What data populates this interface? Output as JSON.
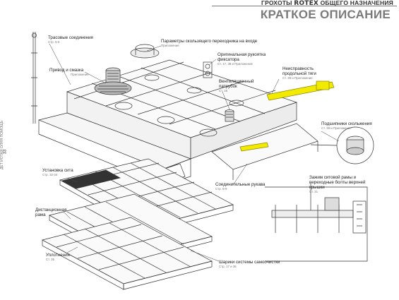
{
  "header": {
    "line_pre": "ГРОХОТЫ",
    "brand": "ROTEX",
    "line_post": "ОБЩЕГО НАЗНАЧЕНИЯ",
    "title": "КРАТКОЕ ОПИСАНИЕ"
  },
  "page_number": "33",
  "side_text": "ДЕТ ЙОТАЯ ОЛЯЯ ПОМОЩЬ",
  "colors": {
    "highlight": "#f2ea00",
    "line": "#333333",
    "title_gray": "#7a7a7a"
  },
  "labels": {
    "trace": {
      "title": "Трасовые соединения",
      "ref": "Стр. 5-6"
    },
    "drive": {
      "title": "Привод и смазка",
      "ref": "Приложение"
    },
    "params": {
      "title": "Параметры скользящего переходника на входе",
      "ref": "Приложение"
    },
    "handle": {
      "title1": "Оригинальная рукоятка",
      "title2": "фиксатора",
      "ref": "Ст. 17, 38 и Приложение"
    },
    "vent": {
      "title1": "Вентиляционный",
      "title2": "патрубок",
      "ref": "Ст. 16"
    },
    "fault": {
      "title1": "Неисправность",
      "title2": "продольной тяги",
      "ref": "Ст. 38 и Приложение"
    },
    "bearings": {
      "title": "Подшипники скольжения",
      "ref": "Ст. 39 и Приложение"
    },
    "clamp": {
      "title1": "Зажим ситовой рамы и",
      "title2": "переходные болты верхней",
      "title3": "крышки",
      "ref": "Ст. 31"
    },
    "screen": {
      "title": "Установка сита",
      "ref": "Стр. 32-34"
    },
    "distance": {
      "title1": "Дистанционная",
      "title2": "рама"
    },
    "sleeves": {
      "title": "Соединительные рукава",
      "ref": "Стр. 8-9"
    },
    "seals": {
      "title": "Уплотнения",
      "ref": "Ст. 35"
    },
    "balls": {
      "title": "Шарики системы самоочистки",
      "ref": "Стр. 17 и 36"
    }
  }
}
